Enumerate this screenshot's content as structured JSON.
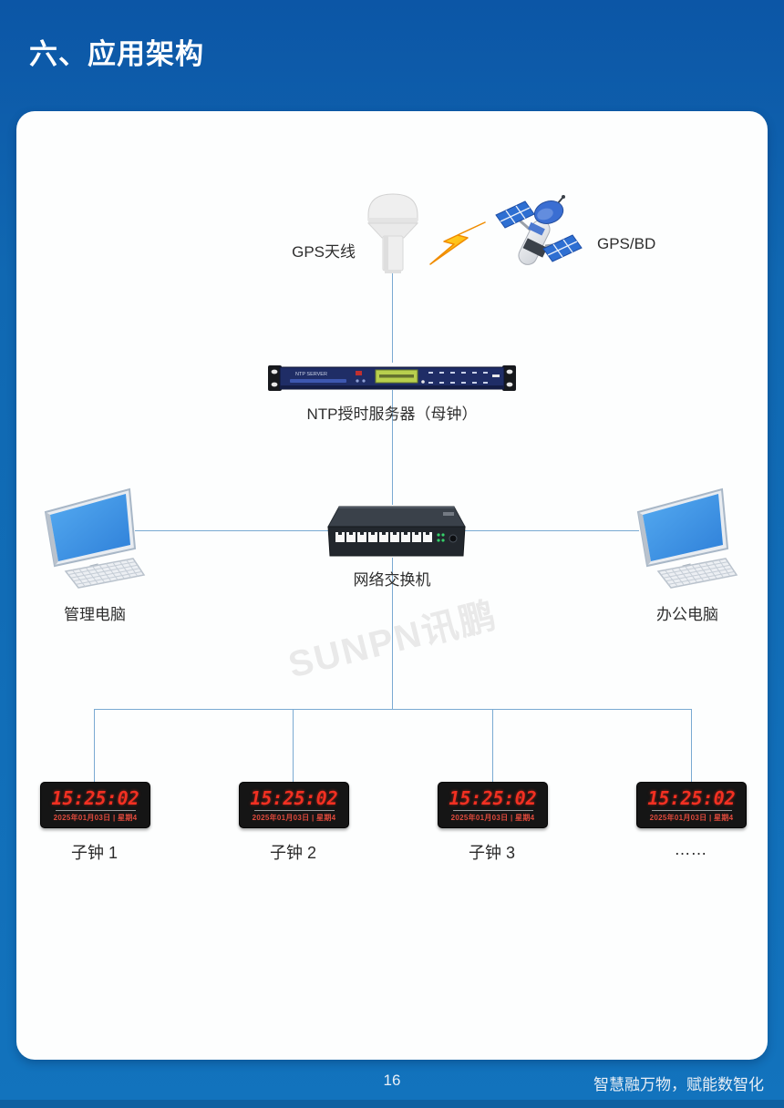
{
  "page": {
    "title": "六、应用架构",
    "watermark": "SUNPN讯鹏",
    "footer": {
      "page_number": "16",
      "slogan": "智慧融万物，赋能数智化"
    }
  },
  "diagram": {
    "gps_antenna_label": "GPS天线",
    "satellite_label": "GPS/BD",
    "ntp_server_label": "NTP授时服务器（母钟）",
    "ntp_device_text": "NTP SERVER",
    "switch_label": "网络交换机",
    "admin_pc_label": "管理电脑",
    "office_pc_label": "办公电脑",
    "clocks": [
      {
        "label": "子钟 1",
        "time": "15:25:02",
        "date": "2025年01月03日 | 星期4"
      },
      {
        "label": "子钟 2",
        "time": "15:25:02",
        "date": "2025年01月03日 | 星期4"
      },
      {
        "label": "子钟 3",
        "time": "15:25:02",
        "date": "2025年01月03日 | 星期4"
      },
      {
        "label": "……",
        "time": "15:25:02",
        "date": "2025年01月03日 | 星期4"
      }
    ],
    "colors": {
      "page_blue": "#1170b9",
      "connector_line": "#7aaad2",
      "clock_digits": "#f23022",
      "monitor_screen": "#3f97e8",
      "lightning": "#ffd428",
      "lcd_green": "#b8cf4e"
    }
  }
}
